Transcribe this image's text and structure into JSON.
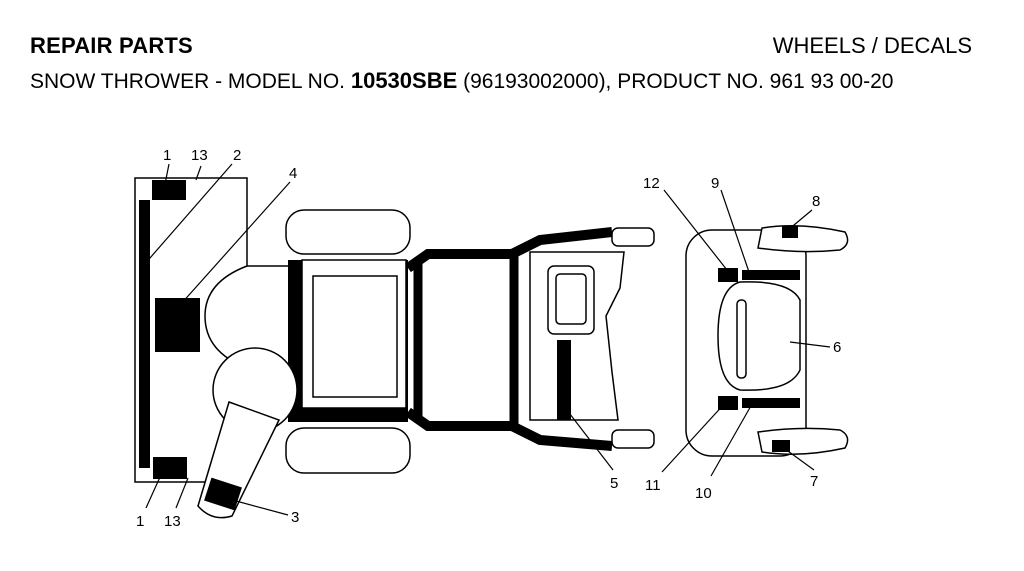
{
  "header": {
    "left_title": "REPAIR PARTS",
    "right_title": "WHEELS / DECALS",
    "subtitle_prefix": "SNOW THROWER - MODEL NO. ",
    "model_no": "10530SBE",
    "subtitle_suffix": " (96193002000), PRODUCT NO. 961 93 00-20"
  },
  "callouts": [
    "1",
    "13",
    "2",
    "4",
    "3",
    "1",
    "13",
    "12",
    "9",
    "8",
    "6",
    "5",
    "11",
    "10",
    "7"
  ]
}
